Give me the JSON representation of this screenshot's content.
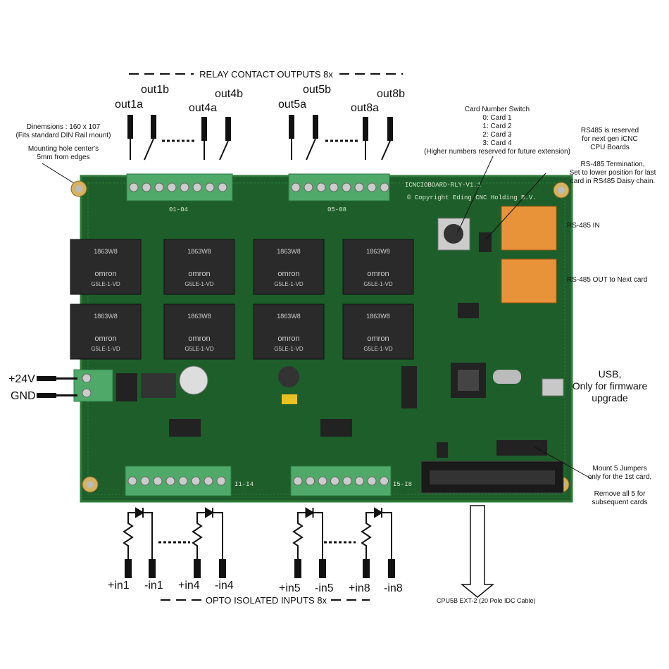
{
  "title_outputs": "RELAY CONTACT OUTPUTS 8x",
  "title_inputs": "OPTO ISOLATED INPUTS 8x",
  "outputs": [
    "out1a",
    "out1b",
    "out4a",
    "out4b",
    "out5a",
    "out5b",
    "out8a",
    "out8b"
  ],
  "inputs": [
    "+in1",
    "-in1",
    "+in4",
    "-in4",
    "+in5",
    "-in5",
    "+in8",
    "-in8"
  ],
  "dimensions": [
    "Dinemsions : 160 x 107",
    "(Fits standard DIN Rail mount)"
  ],
  "mounting": [
    "Mounting hole center's",
    "5mm from edges"
  ],
  "card_switch": [
    "Card Number Switch",
    "0: Card 1",
    "1: Card 2",
    "2: Card 3",
    "3: Card 4",
    "(Higher numbers reserved for future extension)"
  ],
  "rs485_reserved": [
    "RS485 is reserved",
    "for next gen iCNC",
    "CPU Boards"
  ],
  "rs485_termination": [
    "RS-485 Termination,",
    "Set to lower position for last",
    "card in RS485 Daisy chain."
  ],
  "rs485_in": "RS-485 IN",
  "rs485_out": "RS-485 OUT to Next card",
  "usb": [
    "USB,",
    "Only for firmware",
    "upgrade"
  ],
  "jumpers": [
    "Mount 5 Jumpers",
    "only for the 1st card,",
    "Remove all 5 for",
    "subsequent cards"
  ],
  "power": [
    "+24V",
    "GND"
  ],
  "idc_cable": "CPU5B EXT-2  (20 Pole IDC Cable)",
  "board": {
    "name": "ICNCIOBOARD-RLY-V1.1",
    "copyright": "© Copyright Eding CNC Holding B.V.",
    "blocks": [
      "01-04",
      "05-08",
      "I1-I4",
      "I5-I8"
    ],
    "relay_brand": "omron",
    "relay_model": "G5LE-1-VD",
    "relay_code": "1863W8"
  },
  "colors": {
    "board": "#1d5e2a",
    "terminal": "#4faa6a",
    "relay": "#2a2a2a",
    "orange": "#e8923a"
  }
}
